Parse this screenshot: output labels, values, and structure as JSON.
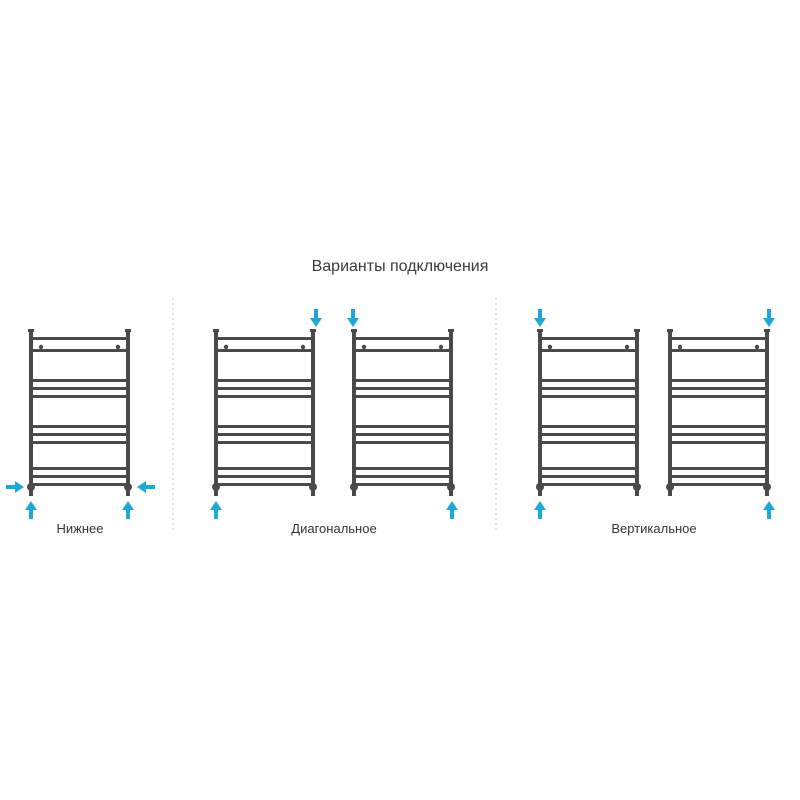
{
  "title": "Варианты подключения",
  "groups": [
    {
      "label": "Нижнее"
    },
    {
      "label": "Диагональное"
    },
    {
      "label": "Вертикальное"
    }
  ],
  "colors": {
    "rail": "#4a4a4a",
    "arrow": "#1ea8d8",
    "divider": "#c8c8c8",
    "text": "#333333"
  }
}
